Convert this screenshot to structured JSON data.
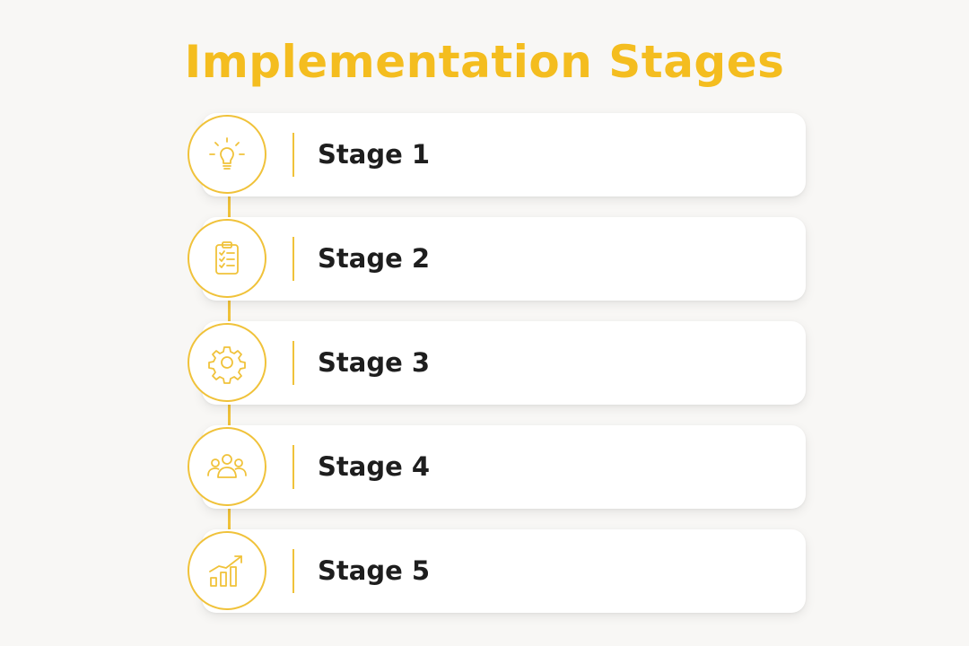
{
  "title": "Implementation Stages",
  "accent_color": "#f4bd1f",
  "stages": [
    {
      "label": "Stage 1",
      "icon": "lightbulb-icon"
    },
    {
      "label": "Stage 2",
      "icon": "clipboard-checklist-icon"
    },
    {
      "label": "Stage 3",
      "icon": "gear-icon"
    },
    {
      "label": "Stage 4",
      "icon": "team-icon"
    },
    {
      "label": "Stage 5",
      "icon": "growth-chart-icon"
    }
  ]
}
